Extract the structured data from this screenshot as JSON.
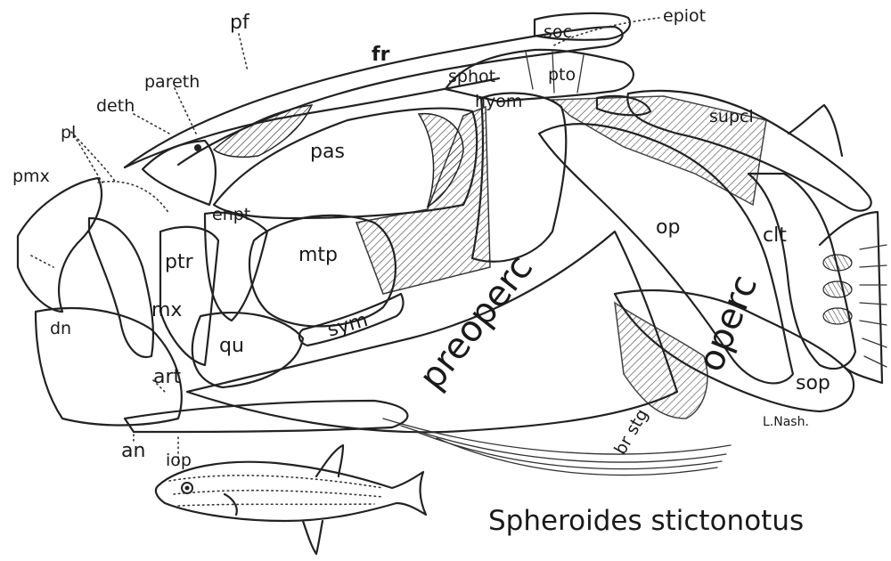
{
  "labels": {
    "pf": "pf",
    "soc": "soc",
    "epiot": "epiot",
    "fr": "fr",
    "pareth": "pareth",
    "sphot": "sphot",
    "pto": "pto",
    "deth": "deth",
    "hyom": "hyom",
    "supcl": "supcl",
    "pl": "pl",
    "pmx": "pmx",
    "pas": "pas",
    "enpt": "enpt",
    "op": "op",
    "clt": "clt",
    "mtp": "mtp",
    "ptr": "ptr",
    "operc": "operc",
    "dn": "dn",
    "mx": "mx",
    "sym": "sym",
    "qu": "qu",
    "preoperc": "preoperc",
    "art": "art",
    "sop": "sop",
    "an": "an",
    "iop": "iop",
    "brstg": "br stg",
    "artist": "L.Nash."
  },
  "caption": "Spheroides stictonotus"
}
